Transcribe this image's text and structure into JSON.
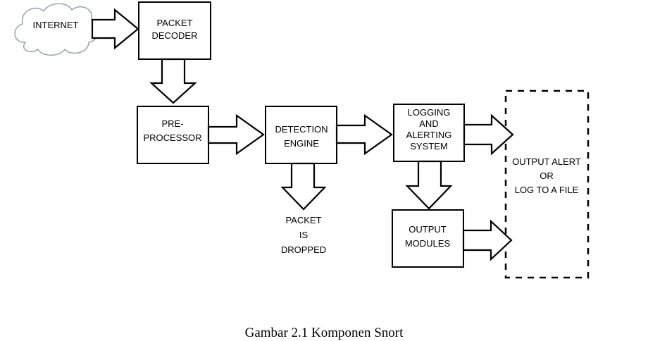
{
  "nodes": {
    "internet": [
      "INTERNET"
    ],
    "packet_decoder": [
      "PACKET",
      "DECODER"
    ],
    "preprocessor": [
      "PRE-",
      "PROCESSOR"
    ],
    "detection_engine": [
      "DETECTION",
      "ENGINE"
    ],
    "logging_system": [
      "LOGGING",
      "AND",
      "ALERTING",
      "SYSTEM"
    ],
    "output_modules": [
      "OUTPUT",
      "MODULES"
    ],
    "packet_dropped": [
      "PACKET",
      "IS",
      "DROPPED"
    ],
    "output_alert": [
      "OUTPUT ALERT",
      "OR",
      "LOG TO A FILE"
    ]
  },
  "caption": "Gambar 2.1 Komponen Snort"
}
